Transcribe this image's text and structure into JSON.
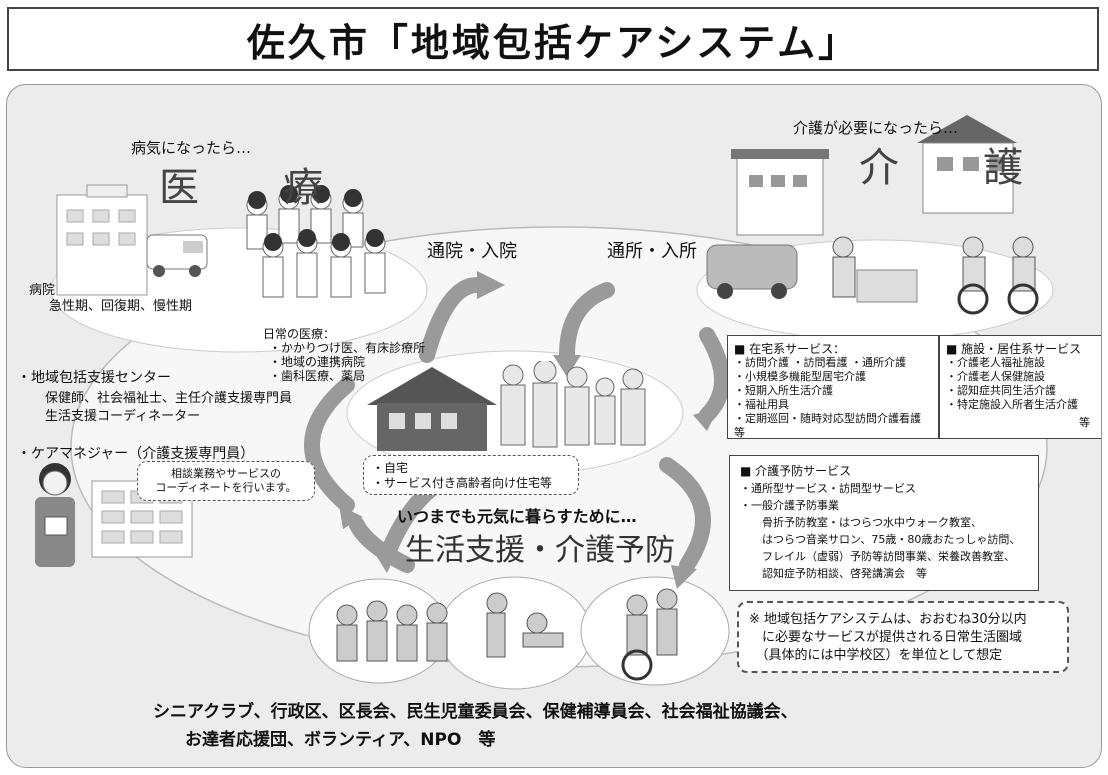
{
  "title": "佐久市「地域包括ケアシステム」",
  "medical": {
    "lead": "病気になったら…",
    "heading": "医　療",
    "hospital_name": "病院",
    "hospital_phases": "急性期、回復期、慢性期",
    "daily_title": "日常の医療：",
    "daily_items": [
      "・かかりつけ医、有床診療所",
      "・地域の連携病院",
      "・歯科医療、薬局"
    ]
  },
  "care": {
    "lead": "介護が必要になったら…",
    "heading": "介　護"
  },
  "flows": {
    "hospital_visit": "通院・入院",
    "facility_visit": "通所・入所"
  },
  "support_center": {
    "title": "・地域包括支援センター",
    "staff": "保健師、社会福祉士、主任介護支援専門員",
    "coordinator": "生活支援コーディネーター"
  },
  "care_manager": {
    "title": "・ケアマネジャー（介護支援専門員）",
    "note": "相談業務やサービスの\nコーディネートを行います。"
  },
  "home": {
    "items": "・自宅\n・サービス付き高齢者向け住宅等"
  },
  "prevention": {
    "lead": "いつまでも元気に暮らすために…",
    "heading": "生活支援・介護予防"
  },
  "home_services": {
    "title": "■ 在宅系サービス：",
    "items": "・訪問介護 ・訪問看護 ・通所介護\n・小規模多機能型居宅介護\n・短期入所生活介護\n・福祉用具\n・定期巡回・随時対応型訪問介護看護　等"
  },
  "facility_services": {
    "title": "■ 施設・居住系サービス",
    "items": "・介護老人福祉施設\n・介護老人保健施設\n・認知症共同生活介護\n・特定施設入所者生活介護",
    "etc": "等"
  },
  "prevention_services": {
    "title": "■ 介護予防サービス",
    "items": "・通所型サービス・訪問型サービス\n・一般介護予防事業\n　　骨折予防教室・はつらつ水中ウォーク教室、\n　　はつらつ音楽サロン、75歳・80歳おたっしゃ訪問、\n　　フレイル（虚弱）予防等訪問事業、栄養改善教室、\n　　認知症予防相談、啓発講演会　等"
  },
  "note": "※ 地域包括ケアシステムは、おおむね30分以内\n　に必要なサービスが提供される日常生活圏域\n　（具体的には中学校区）を単位として想定",
  "community": {
    "line1": "シニアクラブ、行政区、区長会、民生児童委員会、保健補導員会、社会福祉協議会、",
    "line2": "お達者応援団、ボランティア、NPO　等"
  }
}
